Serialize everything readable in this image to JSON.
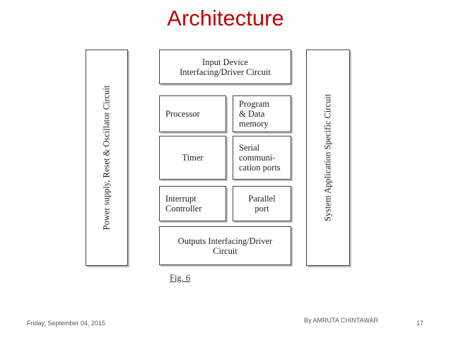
{
  "slide": {
    "title": "Architecture",
    "left_bar": "Power supply, Reset & Oscillator Circuit",
    "right_bar": "System Application Specific Circuit",
    "blocks": {
      "input": "Input Device\nInterfacing/Driver Circuit",
      "processor": "Processor",
      "memory": "Program\n& Data\nmemory",
      "timer": "Timer",
      "serial": "Serial\ncommuni-\ncation ports",
      "interrupt": "Interrupt\nController",
      "parallel": "Parallel\nport",
      "output": "Outputs Interfacing/Driver\nCircuit"
    },
    "figure_label": "Fig. 6"
  },
  "footer": {
    "date": "Friday, September 04, 2015",
    "author": "By AMRUTA CHINTAWAR",
    "page": "17"
  }
}
